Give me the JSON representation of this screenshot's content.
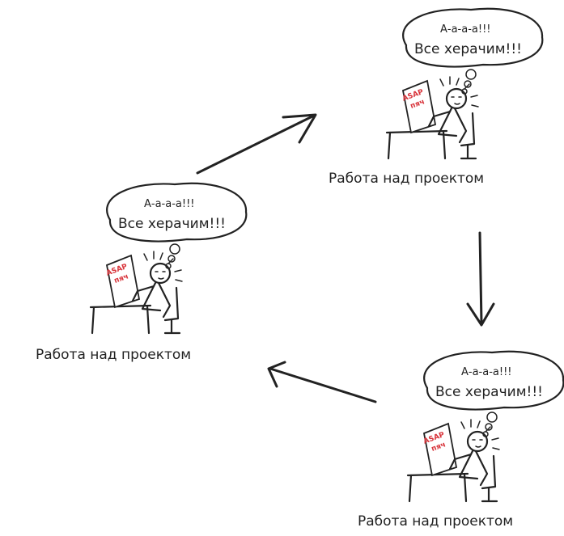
{
  "nodes": [
    {
      "shout": "А-а-а-а!!!",
      "thought": "Все херачим!!!",
      "note": "ASAP",
      "note2": "пяч",
      "caption": "Работа над проектом"
    },
    {
      "shout": "А-а-а-а!!!",
      "thought": "Все херачим!!!",
      "note": "ASAP",
      "note2": "пяч",
      "caption": "Работа над проектом"
    },
    {
      "shout": "А-а-а-а!!!",
      "thought": "Все херачим!!!",
      "note": "ASAP",
      "note2": "пяч",
      "caption": "Работа над проектом"
    }
  ],
  "colors": {
    "ink": "#222222",
    "note_text": "#d8333a",
    "background": "#ffffff"
  }
}
